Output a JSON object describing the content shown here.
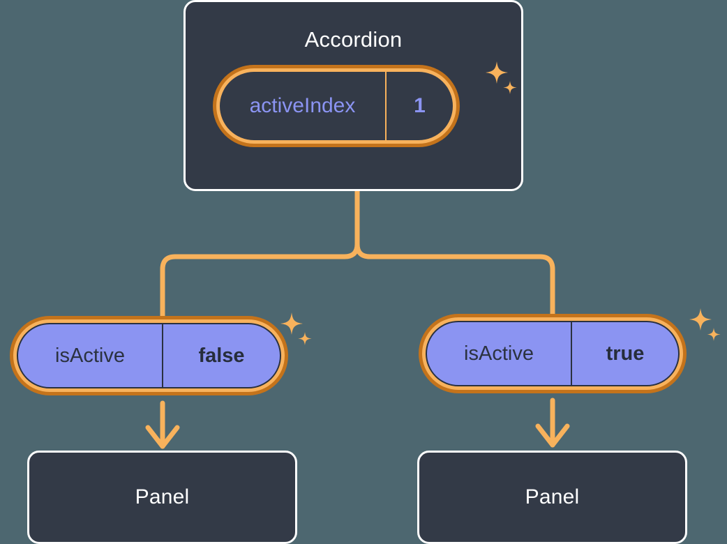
{
  "theme": {
    "background": "#4d6770",
    "card_surface": "#333a47",
    "card_border": "#ffffff",
    "pill_ring_outer": "#c4731b",
    "pill_ring_inner": "#f8b25c",
    "pill_purple_fill": "#8b94f2",
    "accent_text": "#8b94f2",
    "dark_text": "#2b3240",
    "connector": "#f8b25c",
    "sparkle": "#f8b25c"
  },
  "diagram": {
    "type": "component-tree",
    "root": {
      "name": "root-component-card",
      "title": "Accordion",
      "prop": {
        "label": "activeIndex",
        "value": "1",
        "style": "dark"
      },
      "sparkle_icon": "sparkles-icon"
    },
    "children": [
      {
        "name": "branch-left",
        "prop": {
          "label": "isActive",
          "value": "false",
          "style": "purple"
        },
        "sparkle_icon": "sparkles-icon",
        "target": {
          "name": "panel-card-left",
          "title": "Panel"
        }
      },
      {
        "name": "branch-right",
        "prop": {
          "label": "isActive",
          "value": "true",
          "style": "purple"
        },
        "sparkle_icon": "sparkles-icon",
        "target": {
          "name": "panel-card-right",
          "title": "Panel"
        }
      }
    ]
  }
}
